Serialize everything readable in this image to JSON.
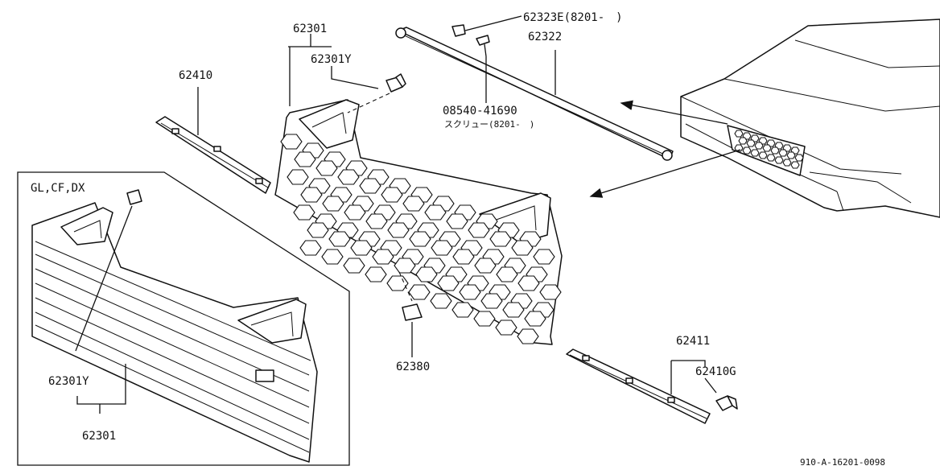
{
  "labels": {
    "grille_main": "62301",
    "grille_variant": "62301Y",
    "molding_left": "62410",
    "clip_top": "62323E(8201-　)",
    "bar_upper": "62322",
    "screw_part": "08540-41690",
    "screw_note": "スクリュー(8201-　)",
    "cushion": "62380",
    "molding_right": "62411",
    "clip_right": "62410G",
    "inset_variant": "GL,CF,DX",
    "inset_grille_variant": "62301Y",
    "inset_grille_main": "62301",
    "footer_code": "910-A-16201-0098"
  },
  "icons": [
    "clip-icon",
    "screw-icon",
    "cushion-icon",
    "arrow-icon"
  ]
}
